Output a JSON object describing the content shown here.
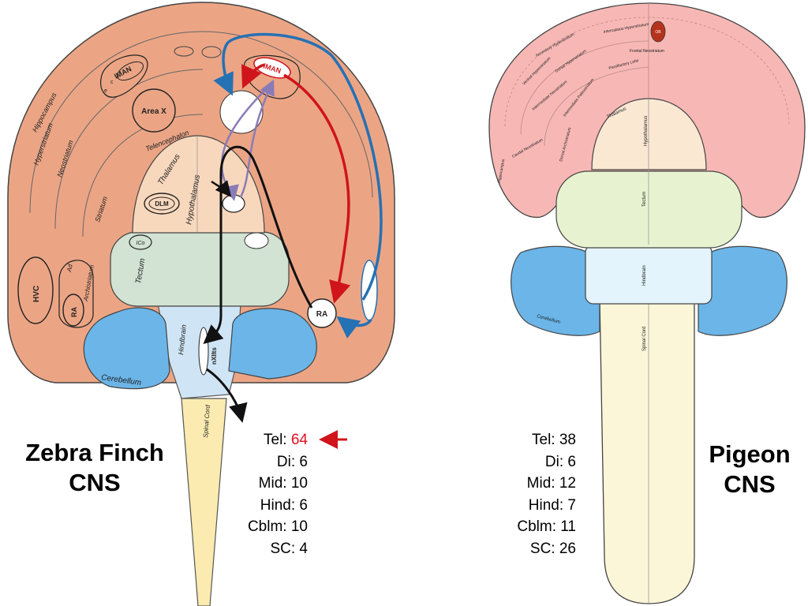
{
  "left": {
    "title_line1": "Zebra Finch",
    "title_line2": "CNS",
    "labels": {
      "hippocampus": "Hippocampus",
      "hyperstriatum": "Hyperstriatum",
      "neostriatum": "Neostriatum",
      "striatum": "Striatum",
      "telencephalon": "Telencephalon",
      "thalamus": "Thalamus",
      "hypothalamus": "Hypothalamus",
      "tectum": "Tectum",
      "hindbrain": "Hindbrain",
      "cerebellum": "Cerebellum",
      "spinal_cord": "Spinal Cord",
      "archistriatum": "Archistriatum",
      "aa": "Ad",
      "lman_left": "lMAN",
      "c": "c",
      "e": "e",
      "area_x": "Area X",
      "dlm": "DLM",
      "ico": "ICo",
      "hvc": "HVC",
      "ra_inner": "RA",
      "ra_outer": "RA",
      "lman_red": "lMAN",
      "nxii": "nXIIts"
    },
    "stats": [
      {
        "label": "Tel:",
        "value": "64",
        "highlight": true
      },
      {
        "label": "Di:",
        "value": "6"
      },
      {
        "label": "Mid:",
        "value": "10"
      },
      {
        "label": "Hind:",
        "value": "6"
      },
      {
        "label": "Cblm:",
        "value": "10"
      },
      {
        "label": "SC:",
        "value": "4"
      }
    ]
  },
  "right": {
    "title_line1": "Pigeon",
    "title_line2": "CNS",
    "labels": {
      "ob": "OB",
      "thalamus": "Thalamus",
      "hypothalamus": "Hypothalamus",
      "tectum": "Tectum",
      "hindbrain": "Hindbrain",
      "cerebellum": "Cerebellum",
      "spinal_cord": "Spinal Cord",
      "acc_hyper": "Accessory Hyperstriatum",
      "intercalat": "Intercalatus Hyperstriatum",
      "ventral_hyper": "Ventral Hyperstriatum",
      "dorsal_hyper": "Dorsal Hyperstriatum",
      "frontal_neo": "Frontal Neostriatum",
      "parolfactory": "Parolfactory Lobe",
      "intermediate_neo": "Intermediate Neostriatum",
      "paleostriatum": "Intermediate Paleostriatum",
      "caudal_neo": "Caudal Neostriatum",
      "dorsal_archi": "Dorsal Archistriatum",
      "hippocampus": "Hippocampus"
    },
    "stats": [
      {
        "label": "Tel:",
        "value": "38"
      },
      {
        "label": "Di:",
        "value": "6"
      },
      {
        "label": "Mid:",
        "value": "12"
      },
      {
        "label": "Hind:",
        "value": "7"
      },
      {
        "label": "Cblm:",
        "value": "11"
      },
      {
        "label": "SC:",
        "value": "26"
      }
    ]
  },
  "colors": {
    "finch_tel": "#eba585",
    "pigeon_tel": "#f7b8b5",
    "thalamus": "#f8d8bd",
    "tectum": "#d2e2d3",
    "pigeon_tectum": "#e7f3d0",
    "hindbrain": "#cfe5f5",
    "cerebellum": "#6bb5e8",
    "spinal_cord": "#fbebb0",
    "pigeon_spinal": "#fcf6d8",
    "red_path": "#d0141c",
    "blue_path": "#2471b4",
    "purple_path": "#8a7bb8"
  }
}
